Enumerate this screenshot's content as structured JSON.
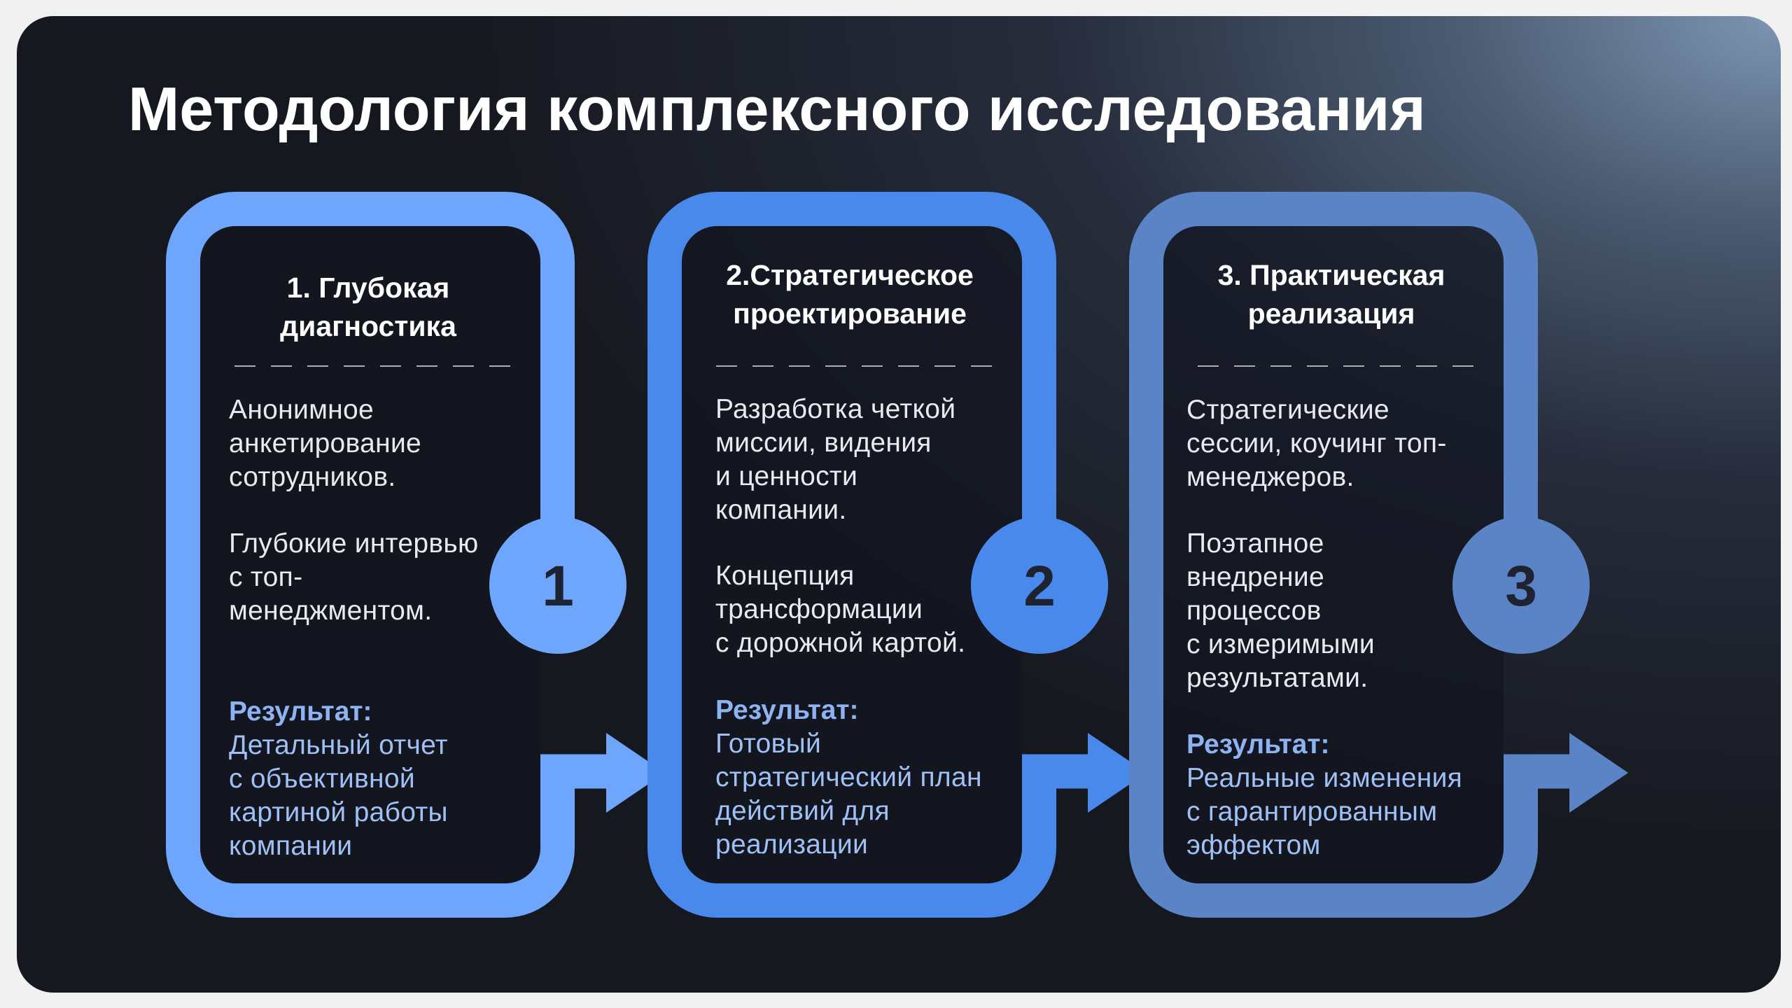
{
  "title": "Методология комплексного исследования",
  "colors": {
    "card1": "#6ea6fd",
    "card2": "#4a89ec",
    "card3": "#5b84c6"
  },
  "result_label": "Результат:",
  "cards": [
    {
      "number": "1",
      "title": "1. Глубокая\nдиагностика",
      "para1": "Анонимное\nанкетирование\nсотрудников.",
      "para2": "Глубокие интервью\nс топ-\nменеджментом.",
      "result": "Детальный отчет\nс объективной\nкартиной работы\nкомпании"
    },
    {
      "number": "2",
      "title": "2.Стратегическое\nпроектирование",
      "para1": "Разработка четкой\nмиссии, видения\nи ценности\nкомпании.",
      "para2": "Концепция\nтрансформации\nс дорожной картой.",
      "result": "Готовый\nстратегический план\nдействий для\nреализации"
    },
    {
      "number": "3",
      "title": "3. Практическая\nреализация",
      "para1": "Стратегические\nсессии, коучинг топ-\nменеджеров.",
      "para2": "Поэтапное\nвнедрение\nпроцессов\nс измеримыми\nрезультатами.",
      "result": "Реальные изменения\nс гарантированным\nэффектом"
    }
  ]
}
